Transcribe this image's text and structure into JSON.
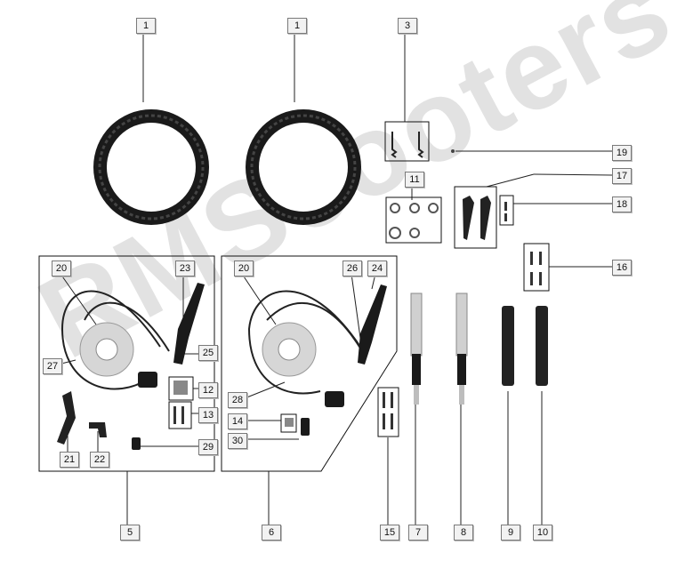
{
  "watermark": "RMScooters",
  "callouts": [
    {
      "label": "1"
    },
    {
      "label": "1"
    },
    {
      "label": "3"
    },
    {
      "label": "19"
    },
    {
      "label": "17"
    },
    {
      "label": "11"
    },
    {
      "label": "18"
    },
    {
      "label": "16"
    },
    {
      "label": "20"
    },
    {
      "label": "23"
    },
    {
      "label": "20"
    },
    {
      "label": "26"
    },
    {
      "label": "24"
    },
    {
      "label": "27"
    },
    {
      "label": "25"
    },
    {
      "label": "12"
    },
    {
      "label": "13"
    },
    {
      "label": "28"
    },
    {
      "label": "14"
    },
    {
      "label": "30"
    },
    {
      "label": "21"
    },
    {
      "label": "22"
    },
    {
      "label": "29"
    },
    {
      "label": "5"
    },
    {
      "label": "6"
    },
    {
      "label": "15"
    },
    {
      "label": "7"
    },
    {
      "label": "8"
    },
    {
      "label": "9"
    },
    {
      "label": "10"
    }
  ]
}
